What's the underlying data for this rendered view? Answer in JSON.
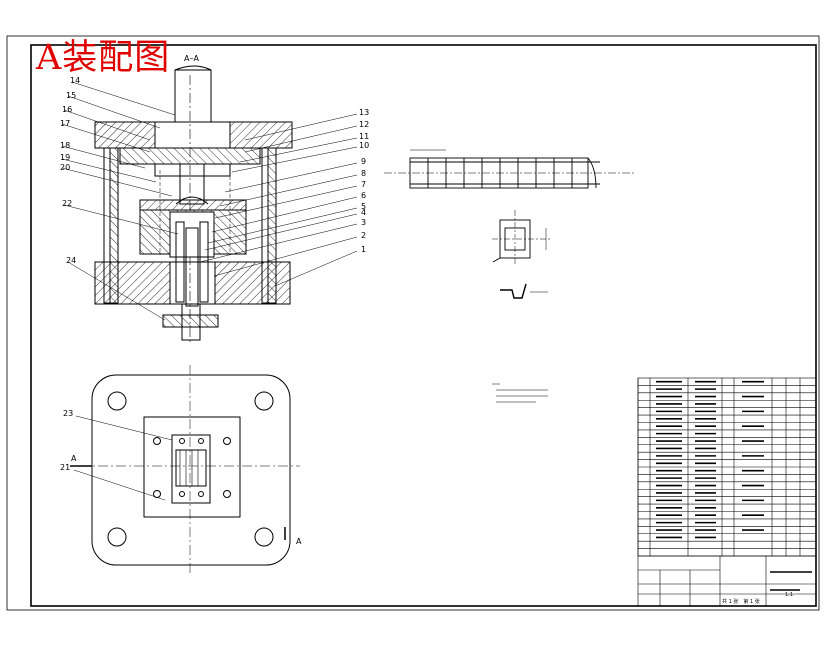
{
  "title_stamp": "A装配图",
  "section_label": "A–A",
  "view_marks": [
    "A",
    "A"
  ],
  "callouts_left": [
    "14",
    "15",
    "16",
    "17",
    "18",
    "19",
    "20",
    "22",
    "24"
  ],
  "callouts_right": [
    "13",
    "12",
    "11",
    "10",
    "9",
    "8",
    "7",
    "6",
    "5",
    "4",
    "3",
    "2",
    "1"
  ],
  "callouts_plan": [
    "23",
    "21"
  ],
  "title_block": {
    "scale": "1:1",
    "sheet": "共 1 张　第 1 张"
  },
  "colors": {
    "line": "#000000",
    "hatch": "#000000",
    "stamp": "#e00000",
    "paper": "#ffffff"
  }
}
